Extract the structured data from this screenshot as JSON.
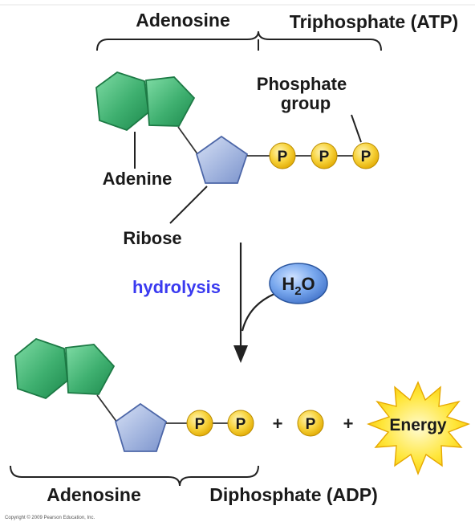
{
  "atp": {
    "adenosine_label": "Adenosine",
    "triphosphate_label": "Triphosphate (ATP)",
    "phosphate_group_line1": "Phosphate",
    "phosphate_group_line2": "group",
    "adenine_label": "Adenine",
    "ribose_label": "Ribose",
    "phosphates": [
      "P",
      "P",
      "P"
    ]
  },
  "reaction": {
    "hydrolysis_label": "hydrolysis",
    "water_H": "H",
    "water_sub": "2",
    "water_O": "O"
  },
  "adp": {
    "adenosine_label": "Adenosine",
    "diphosphate_label": "Diphosphate (ADP)",
    "phosphates": [
      "P",
      "P"
    ],
    "plus1": "+",
    "free_phosphate": "P",
    "plus2": "+",
    "energy_label": "Energy"
  },
  "copyright": "Copyright © 2009 Pearson Education, Inc.",
  "colors": {
    "ring_fill": "#3aaa6a",
    "ribose_fill": "#9fb2dd",
    "phosphate_fill": "#f5c518",
    "water_fill": "#5b8fd8",
    "energy_fill": "#ffe033",
    "hydrolysis_text": "#3a3af0"
  }
}
